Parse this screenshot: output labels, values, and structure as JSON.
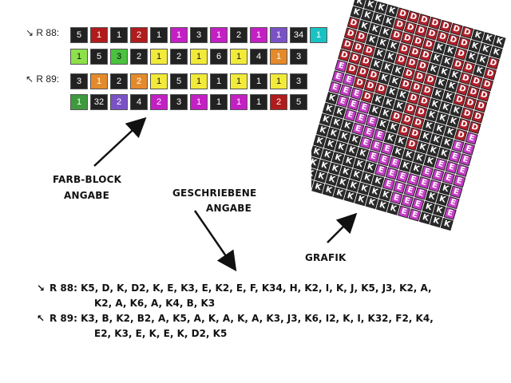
{
  "rows": [
    {
      "label": "R 88:",
      "icon": "arrow-down-right-icon",
      "block_rows": [
        [
          {
            "n": "5",
            "color": "#222222"
          },
          {
            "n": "1",
            "color": "#b01b1b"
          },
          {
            "n": "1",
            "color": "#222222"
          },
          {
            "n": "2",
            "color": "#b01b1b"
          },
          {
            "n": "1",
            "color": "#222222"
          },
          {
            "n": "1",
            "color": "#c41fc4"
          },
          {
            "n": "3",
            "color": "#222222"
          },
          {
            "n": "1",
            "color": "#c41fc4"
          },
          {
            "n": "2",
            "color": "#222222"
          },
          {
            "n": "1",
            "color": "#c41fc4"
          },
          {
            "n": "1",
            "color": "#7b52c6"
          },
          {
            "n": "34",
            "color": "#222222"
          },
          {
            "n": "1",
            "color": "#19c3c3"
          }
        ],
        [
          {
            "n": "1",
            "color": "#8de04a"
          },
          {
            "n": "5",
            "color": "#222222"
          },
          {
            "n": "3",
            "color": "#49c23e"
          },
          {
            "n": "2",
            "color": "#222222"
          },
          {
            "n": "1",
            "color": "#f1ea3a"
          },
          {
            "n": "2",
            "color": "#222222"
          },
          {
            "n": "1",
            "color": "#f1ea3a"
          },
          {
            "n": "6",
            "color": "#222222"
          },
          {
            "n": "1",
            "color": "#f1ea3a"
          },
          {
            "n": "4",
            "color": "#222222"
          },
          {
            "n": "1",
            "color": "#e48a2a"
          },
          {
            "n": "3",
            "color": "#222222"
          }
        ]
      ]
    },
    {
      "label": "R 89:",
      "icon": "arrow-up-left-icon",
      "block_rows": [
        [
          {
            "n": "3",
            "color": "#222222"
          },
          {
            "n": "1",
            "color": "#e48a2a"
          },
          {
            "n": "2",
            "color": "#222222"
          },
          {
            "n": "2",
            "color": "#e48a2a"
          },
          {
            "n": "1",
            "color": "#f1ea3a"
          },
          {
            "n": "5",
            "color": "#222222"
          },
          {
            "n": "1",
            "color": "#f1ea3a"
          },
          {
            "n": "1",
            "color": "#222222"
          },
          {
            "n": "1",
            "color": "#f1ea3a"
          },
          {
            "n": "1",
            "color": "#222222"
          },
          {
            "n": "1",
            "color": "#f1ea3a"
          },
          {
            "n": "3",
            "color": "#222222"
          }
        ],
        [
          {
            "n": "1",
            "color": "#3d9a3d"
          },
          {
            "n": "32",
            "color": "#222222"
          },
          {
            "n": "2",
            "color": "#7b52c6"
          },
          {
            "n": "4",
            "color": "#222222"
          },
          {
            "n": "2",
            "color": "#c41fc4"
          },
          {
            "n": "3",
            "color": "#222222"
          },
          {
            "n": "1",
            "color": "#c41fc4"
          },
          {
            "n": "1",
            "color": "#222222"
          },
          {
            "n": "1",
            "color": "#c41fc4"
          },
          {
            "n": "1",
            "color": "#222222"
          },
          {
            "n": "2",
            "color": "#b01b1b"
          },
          {
            "n": "5",
            "color": "#222222"
          }
        ]
      ]
    }
  ],
  "callouts": {
    "farb_block": [
      "FARB-BLOCK",
      "ANGABE"
    ],
    "geschriebene": [
      "GESCHRIEBENE",
      "ANGABE"
    ],
    "grafik": "GRAFIK"
  },
  "written": {
    "r88_line1": "R 88: K5, D, K, D2, K, E, K3, E, K2, E, F, K34, H, K2, I, K, J, K5, J3, K2, A,",
    "r88_line2": "K2, A, K6, A, K4, B, K3",
    "r89_line1": "R 89: K3, B, K2, B2, A, K5, A, K, A, K, A, K3, J3, K6, I2, K, I, K32, F2, K4,",
    "r89_line2": "E2, K3, E, K, E, K, D2, K5"
  },
  "grafik": {
    "colors": {
      "K": "#2a2a2a",
      "D": "#b21f2a",
      "E": "#c63bc6"
    },
    "rows": [
      "KKKKDDDDDDDKKK",
      "KKKKDDDDDDDKKK",
      "DKKKDDDDKKDKKD",
      "DDKKKDDDKKDDKD",
      "DDDKKDDDKKKDDD",
      "DDDKKKDDDKKDDD",
      "EDDDKKDDDKKDDD",
      "EEDDDKKDDKKKDD",
      "EEEDKKKDDKKKDD",
      "KEEEKKDDDKKKDE",
      "KKEEEKKDDKKKEE",
      "KKKEEEKKDKKKEE",
      "KKKKEEEKKKKEEE",
      "KKKKKEEEKKEEEE",
      "KKKKKKEEEEEEKE",
      "KKKKKKKEEEEKKE",
      "KKKKKKKKEEEKKE",
      "KKKKKKKKKEEKKK"
    ]
  }
}
